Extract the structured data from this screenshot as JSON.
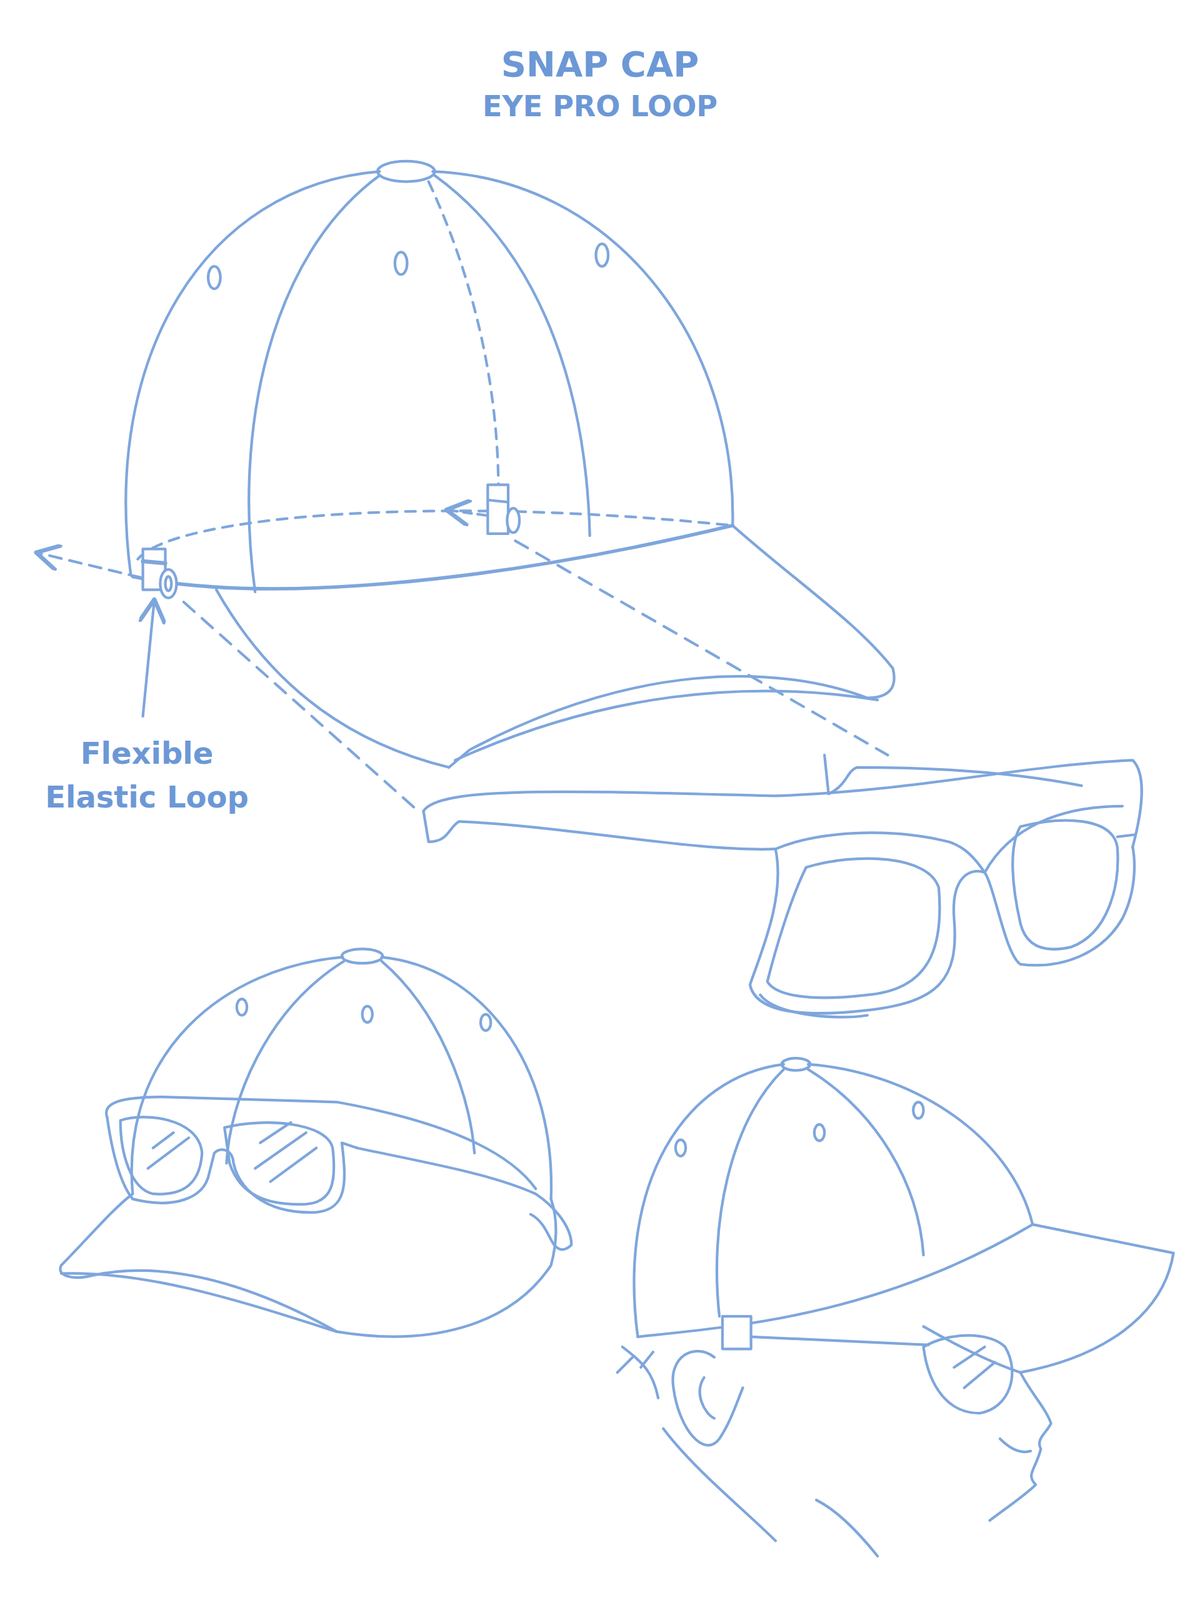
{
  "diagram": {
    "title": "SNAP CAP",
    "labels": [
      "EYE PRO LOOP",
      "Flexible Elastic Loop"
    ]
  }
}
